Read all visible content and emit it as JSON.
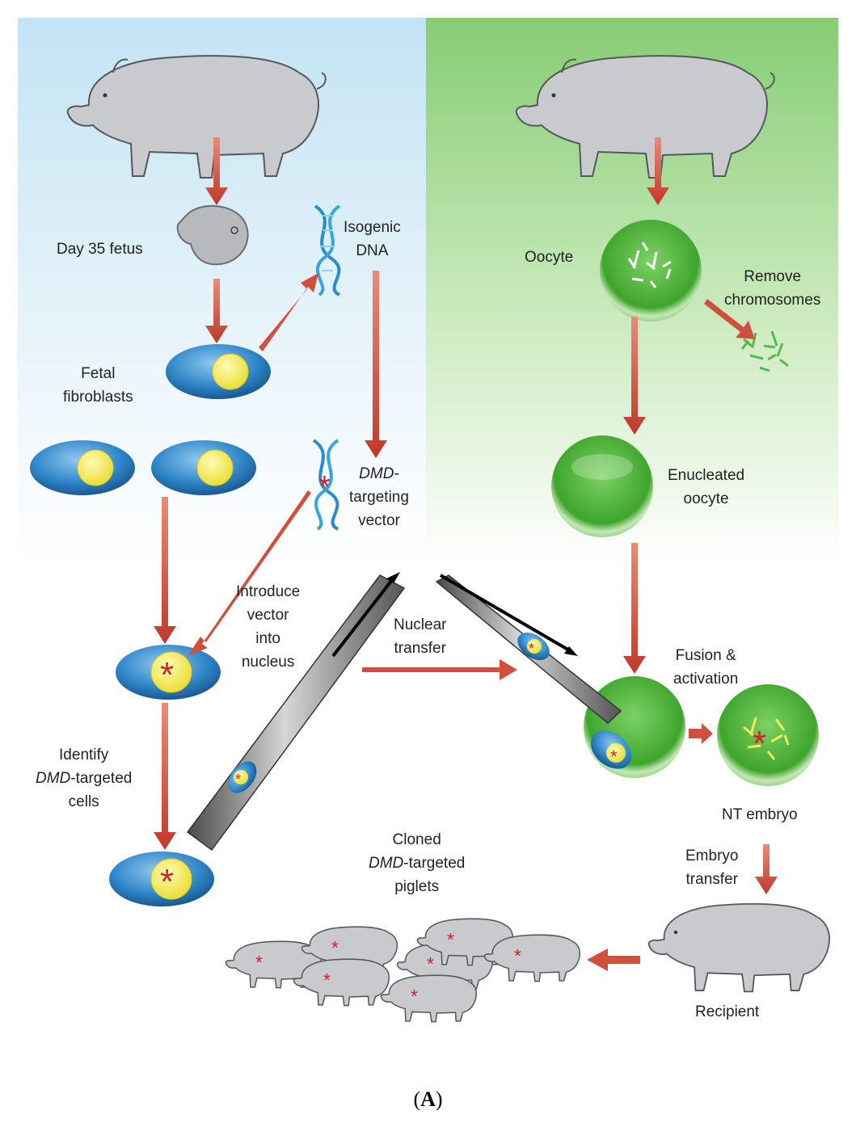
{
  "labels": {
    "fetus": "Day 35 fetus",
    "isogenic_1": "Isogenic",
    "isogenic_2": "DNA",
    "fetal_1": "Fetal",
    "fetal_2": "fibroblasts",
    "oocyte": "Oocyte",
    "remove_1": "Remove",
    "remove_2": "chromosomes",
    "dmd_prefix": "DMD",
    "dmd_hyphen": "-",
    "targeting": "targeting",
    "vector": "vector",
    "enucleated_1": "Enucleated",
    "enucleated_2": "oocyte",
    "introduce_1": "Introduce",
    "introduce_2": "vector",
    "introduce_3": "into",
    "introduce_4": "nucleus",
    "nuclear_1": "Nuclear",
    "nuclear_2": "transfer",
    "fusion_1": "Fusion &",
    "fusion_2": "activation",
    "identify_1": "Identify",
    "identify_2_italic": "DMD",
    "identify_2_rest": "-targeted",
    "identify_3": "cells",
    "nt_embryo": "NT embryo",
    "cloned_1": "Cloned",
    "cloned_2_italic": "DMD",
    "cloned_2_rest": "-targeted",
    "cloned_3": "piglets",
    "embryo_1": "Embryo",
    "embryo_2": "transfer",
    "recipient": "Recipient",
    "panel_open": "(",
    "panel_letter": "A",
    "panel_close": ")"
  },
  "colors": {
    "left_bg_top": "#c9e6f4",
    "right_bg_top": "#8fd07e",
    "arrow_red": "#c0392b",
    "cell_blue": "#1f73b7",
    "nucleus_yellow": "#f4ec54",
    "oocyte_green": "#4fb83c",
    "pig_gray": "#c9cacd",
    "asterisk_red": "#d2232a"
  },
  "icons": [
    "adult-pig-icon",
    "fetus-icon",
    "dna-helix-icon",
    "fibroblast-cell-icon",
    "oocyte-icon",
    "chromosome-icon",
    "micropipette-icon",
    "piglet-icon"
  ]
}
